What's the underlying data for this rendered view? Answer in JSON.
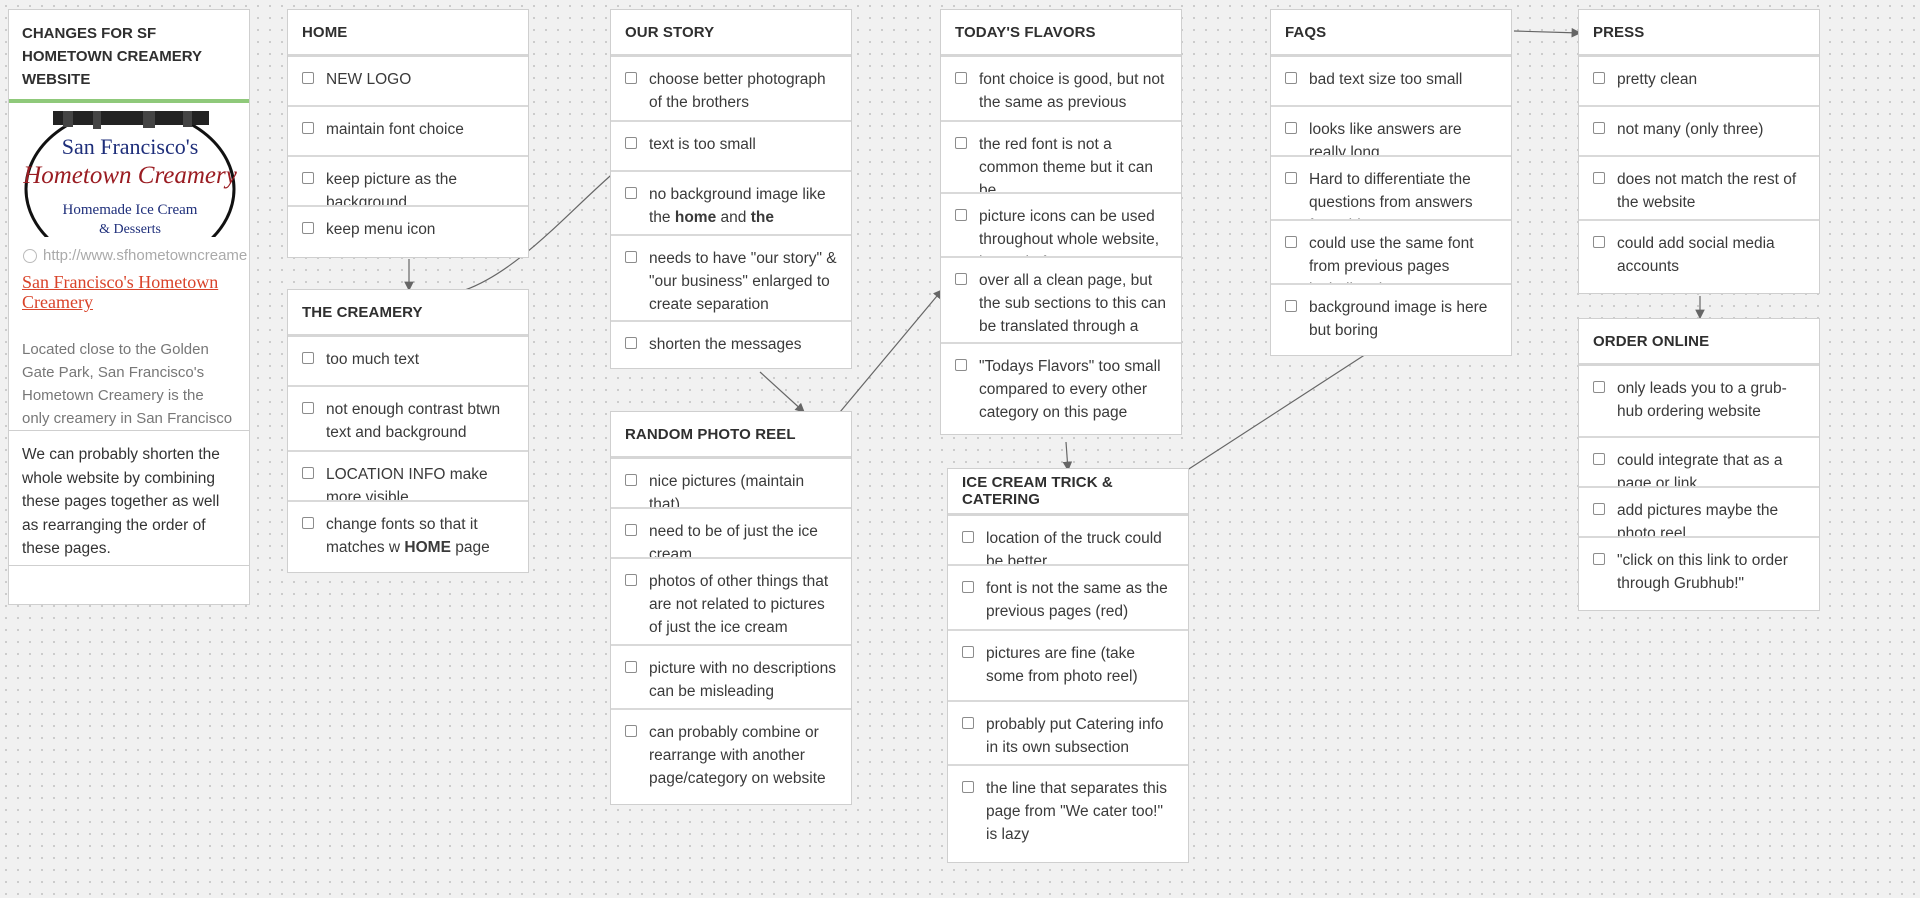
{
  "left_panel": {
    "title": "CHANGES FOR SF HOMETOWN CREAMERY WEBSITE",
    "logo": {
      "line1": "San Francisco's",
      "line2": "Hometown Creamery",
      "line3": "Homemade Ice Cream",
      "line4": "& Desserts"
    },
    "url": "http://www.sfhometowncreamery.com",
    "link_text": "San Francisco's Hometown Creamery",
    "description": "Located close to the Golden Gate Park, San Francisco's Hometown Creamery is the only creamery in San Francisco to make small batch ice cream",
    "note": "We can probably shorten the whole website by combining these pages together as well as rearranging the order of these pages."
  },
  "home": {
    "title": "HOME",
    "items": [
      "NEW LOGO",
      "maintain font choice",
      "keep picture as the background",
      "keep menu icon"
    ]
  },
  "creamery": {
    "title": "THE CREAMERY",
    "items": [
      "too much text",
      "not enough contrast btwn text and background",
      "LOCATION INFO make more visible",
      "change fonts so that it matches w",
      "HOME",
      " page"
    ]
  },
  "our_story": {
    "title": "OUR STORY",
    "items": [
      "choose better photograph of the brothers",
      "text is too small",
      "no background image like the ",
      "home",
      " and ",
      "the",
      "needs to have \"our story\" & \"our business\" enlarged to create separation",
      "shorten the messages"
    ]
  },
  "photo_reel": {
    "title": "RANDOM PHOTO REEL",
    "items": [
      "nice pictures (maintain that)",
      "need to be of just the ice cream",
      "photos of other things that are not related to pictures of just the ice cream",
      "picture with no descriptions can be misleading",
      "can probably combine or rearrange with another page/category on website"
    ]
  },
  "flavors": {
    "title": "TODAY'S FLAVORS",
    "items": [
      "font choice is good, but not the same as previous",
      "the red font is not a common theme but it can be",
      "picture icons can be used throughout whole website, instead of",
      "over all a clean page, but the sub sections to this can be translated through a",
      "\"Todays Flavors\" too small compared to every other category on this page"
    ]
  },
  "truck": {
    "title": "ICE CREAM TRICK & CATERING",
    "items": [
      "location of the truck could be better",
      "font is not the same as the previous pages (red)",
      "pictures are fine (take some from photo reel)",
      "probably put Catering info in its own subsection",
      "the line that separates this page from \"We cater too!\" is lazy"
    ]
  },
  "faqs": {
    "title": "FAQS",
    "items": [
      "bad text size too small",
      "looks like answers are really long",
      "Hard to differentiate the questions from answers from this",
      "could use the same font from previous pages including the",
      "background image is here but boring"
    ]
  },
  "press": {
    "title": "PRESS",
    "items": [
      "pretty clean",
      "not many (only three)",
      "does not match the rest of the website",
      "could add social media accounts"
    ]
  },
  "order": {
    "title": "ORDER ONLINE",
    "items": [
      "only leads you to a grub-hub ordering website",
      "could integrate that as a page or link",
      "add pictures maybe the photo reel",
      "\"click on this link to order through Grubhub!\""
    ]
  }
}
